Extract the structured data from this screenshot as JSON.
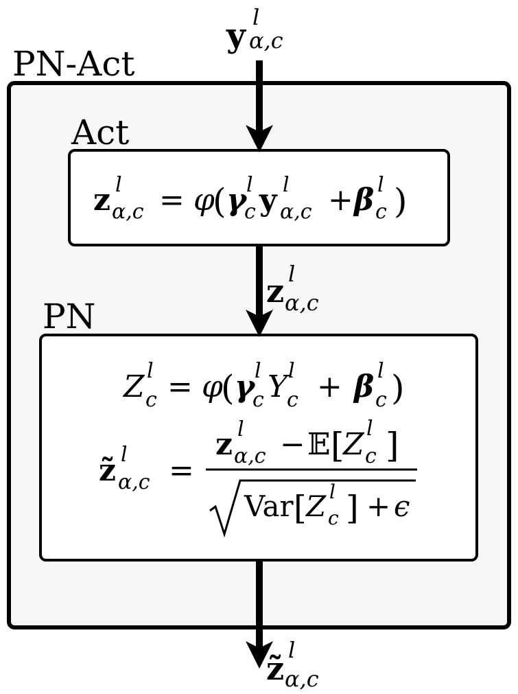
{
  "colors": {
    "outer_fill": "#f7f7f7",
    "inner_fill": "#ffffff",
    "stroke": "#000000"
  },
  "labels": {
    "outer_box": "PN-Act",
    "act_box": "Act",
    "pn_box": "PN"
  },
  "math": {
    "input": "y^l_{α,c}",
    "act_equation": "z^l_{α,c} = φ(γ^l_c y^l_{α,c} + β^l_c)",
    "mid_signal": "z^l_{α,c}",
    "pn_equation_1": "Z^l_c = φ(γ^l_c Y^l_c + β^l_c)",
    "pn_equation_2": "z̃^l_{α,c} = (z^l_{α,c} − 𝔼[Z^l_c]) / √(Var[Z^l_c] + ε)",
    "output": "z̃^l_{α,c}"
  },
  "glyphs": {
    "bold_y": "y",
    "bold_z": "z",
    "bold_z_tilde": "z̃",
    "sup_l": "l",
    "sub_alpha_c": "α,c",
    "sub_c": "c",
    "equals": "=",
    "phi": "φ",
    "lparen": "(",
    "rparen": ")",
    "gamma": "γ",
    "beta": "β",
    "plus": "+",
    "minus": "−",
    "Z": "Z",
    "Y": "Y",
    "E": "𝔼",
    "lbracket": "[",
    "rbracket": "]",
    "var": "Var",
    "epsilon": "ϵ"
  }
}
